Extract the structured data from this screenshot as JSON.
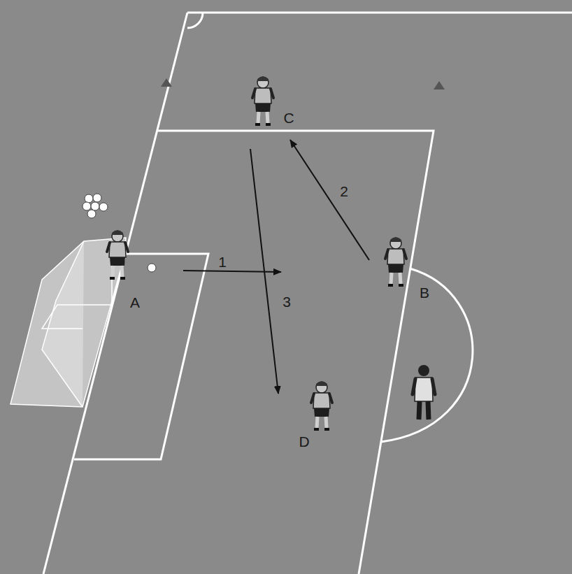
{
  "diagram": {
    "labels": [
      "A",
      "B",
      "C",
      "D",
      "1",
      "2",
      "3"
    ]
  }
}
